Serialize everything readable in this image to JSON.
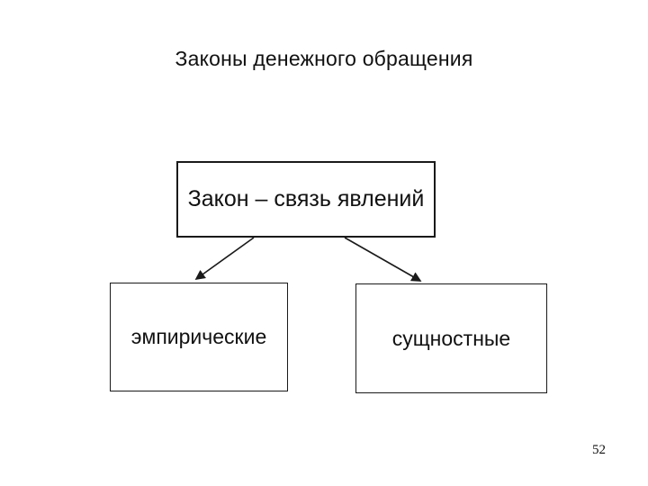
{
  "slide": {
    "title": "Законы денежного обращения",
    "page_number": "52"
  },
  "diagram": {
    "root": {
      "label": "Закон – связь явлений"
    },
    "children": [
      {
        "label": "эмпирические"
      },
      {
        "label": "сущностные"
      }
    ]
  },
  "colors": {
    "background": "#ffffff",
    "text": "#111111",
    "box_border": "#1a1a1a",
    "arrow": "#1a1a1a"
  }
}
